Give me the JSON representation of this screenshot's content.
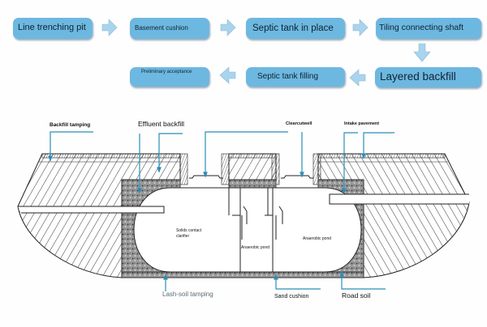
{
  "flow": {
    "steps": [
      "Line trenching pit",
      "Basement cushion",
      "Septic tank in place",
      "Tiling connecting shaft",
      "Layered backfill",
      "Septic tank filling",
      "Preliminary acceptance"
    ],
    "box_color": "#6db8e0",
    "arrow_color": "#a9d4ee"
  },
  "diagram": {
    "labels": {
      "backfill_tamping": "Backfill tamping",
      "effluent_backfill": "Effluent backfill",
      "clearout_well": "Clearcutwell",
      "intake_pavement": "Intake pavement",
      "lash_soil_tamping": "Lash-soil tamping",
      "sand_cushion": "Sand cushion",
      "road_soil": "Road soil",
      "clarifier_1": "Solids contact",
      "clarifier_2": "clarifier",
      "anaerobic_pond_1": "Anaerobic pond",
      "anaerobic_pond_2": "Anaerobic pond"
    },
    "leader_color": "#2a8fb8"
  }
}
